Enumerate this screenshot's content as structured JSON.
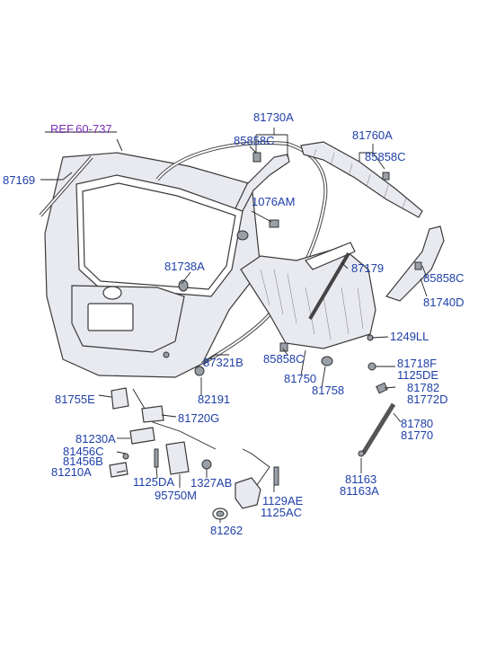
{
  "ref_label": "REF.60-737",
  "labels": {
    "l87169": "87169",
    "l81730A": "81730A",
    "l85858C_a": "85858C",
    "l81760A": "81760A",
    "l85858C_b": "85858C",
    "l1076AM": "1076AM",
    "l81738A": "81738A",
    "l87179": "87179",
    "l85858C_c": "85858C",
    "l81740D": "81740D",
    "l1249LL": "1249LL",
    "l87321B": "87321B",
    "l85858C_d": "85858C",
    "l81718F": "81718F",
    "l1125DE": "1125DE",
    "l81750": "81750",
    "l81758": "81758",
    "l81782": "81782",
    "l81772D": "81772D",
    "l81755E": "81755E",
    "l82191": "82191",
    "l81720G": "81720G",
    "l81780": "81780",
    "l81770": "81770",
    "l81230A": "81230A",
    "l81456C": "81456C",
    "l81456B": "81456B",
    "l81210A": "81210A",
    "l1125DA": "1125DA",
    "l1327AB": "1327AB",
    "l95750M": "95750M",
    "l81163": "81163",
    "l81163A": "81163A",
    "l1129AE": "1129AE",
    "l1125AC": "1125AC",
    "l81262": "81262"
  }
}
